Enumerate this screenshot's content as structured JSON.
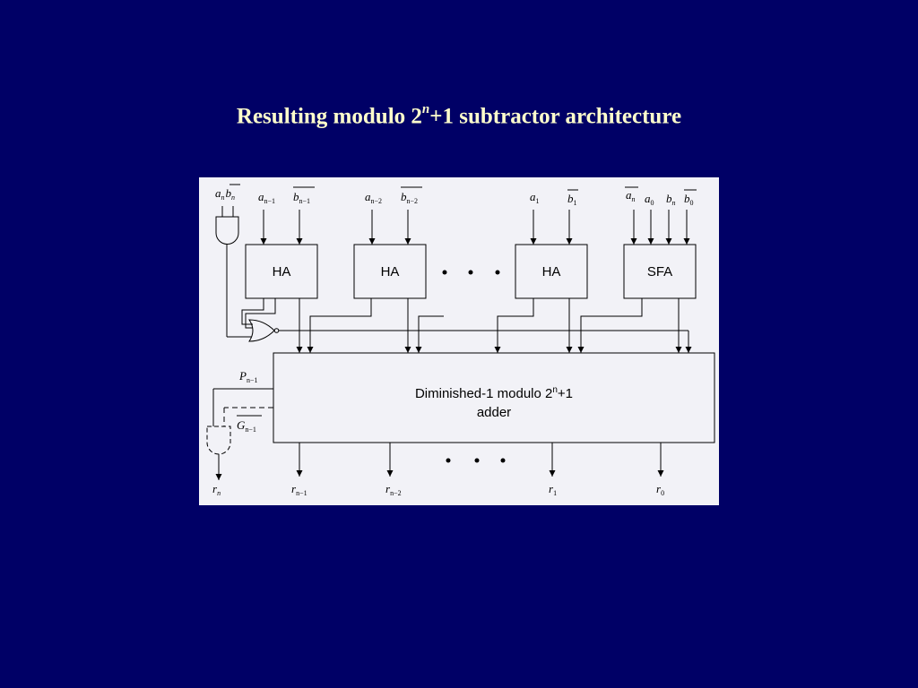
{
  "slide": {
    "title_main": "Resulting modulo 2",
    "title_exp": "n",
    "title_rest": "+1 subtractor architecture"
  },
  "blocks": {
    "ha": "HA",
    "sfa": "SFA",
    "adder_line1": "Diminished-1 modulo 2",
    "adder_exp": "n",
    "adder_rest": "+1",
    "adder_line2": "adder"
  },
  "signals": {
    "a": "a",
    "b": "b",
    "r": "r",
    "P": "P",
    "G": "G",
    "n": "n",
    "n_minus_1": "n−1",
    "n_minus_2": "n−2",
    "one": "1",
    "zero": "0"
  },
  "ellipsis": "•   •   •",
  "colors": {
    "background": "#000066",
    "title": "#ffffcc",
    "panel": "#f2f2f7"
  }
}
